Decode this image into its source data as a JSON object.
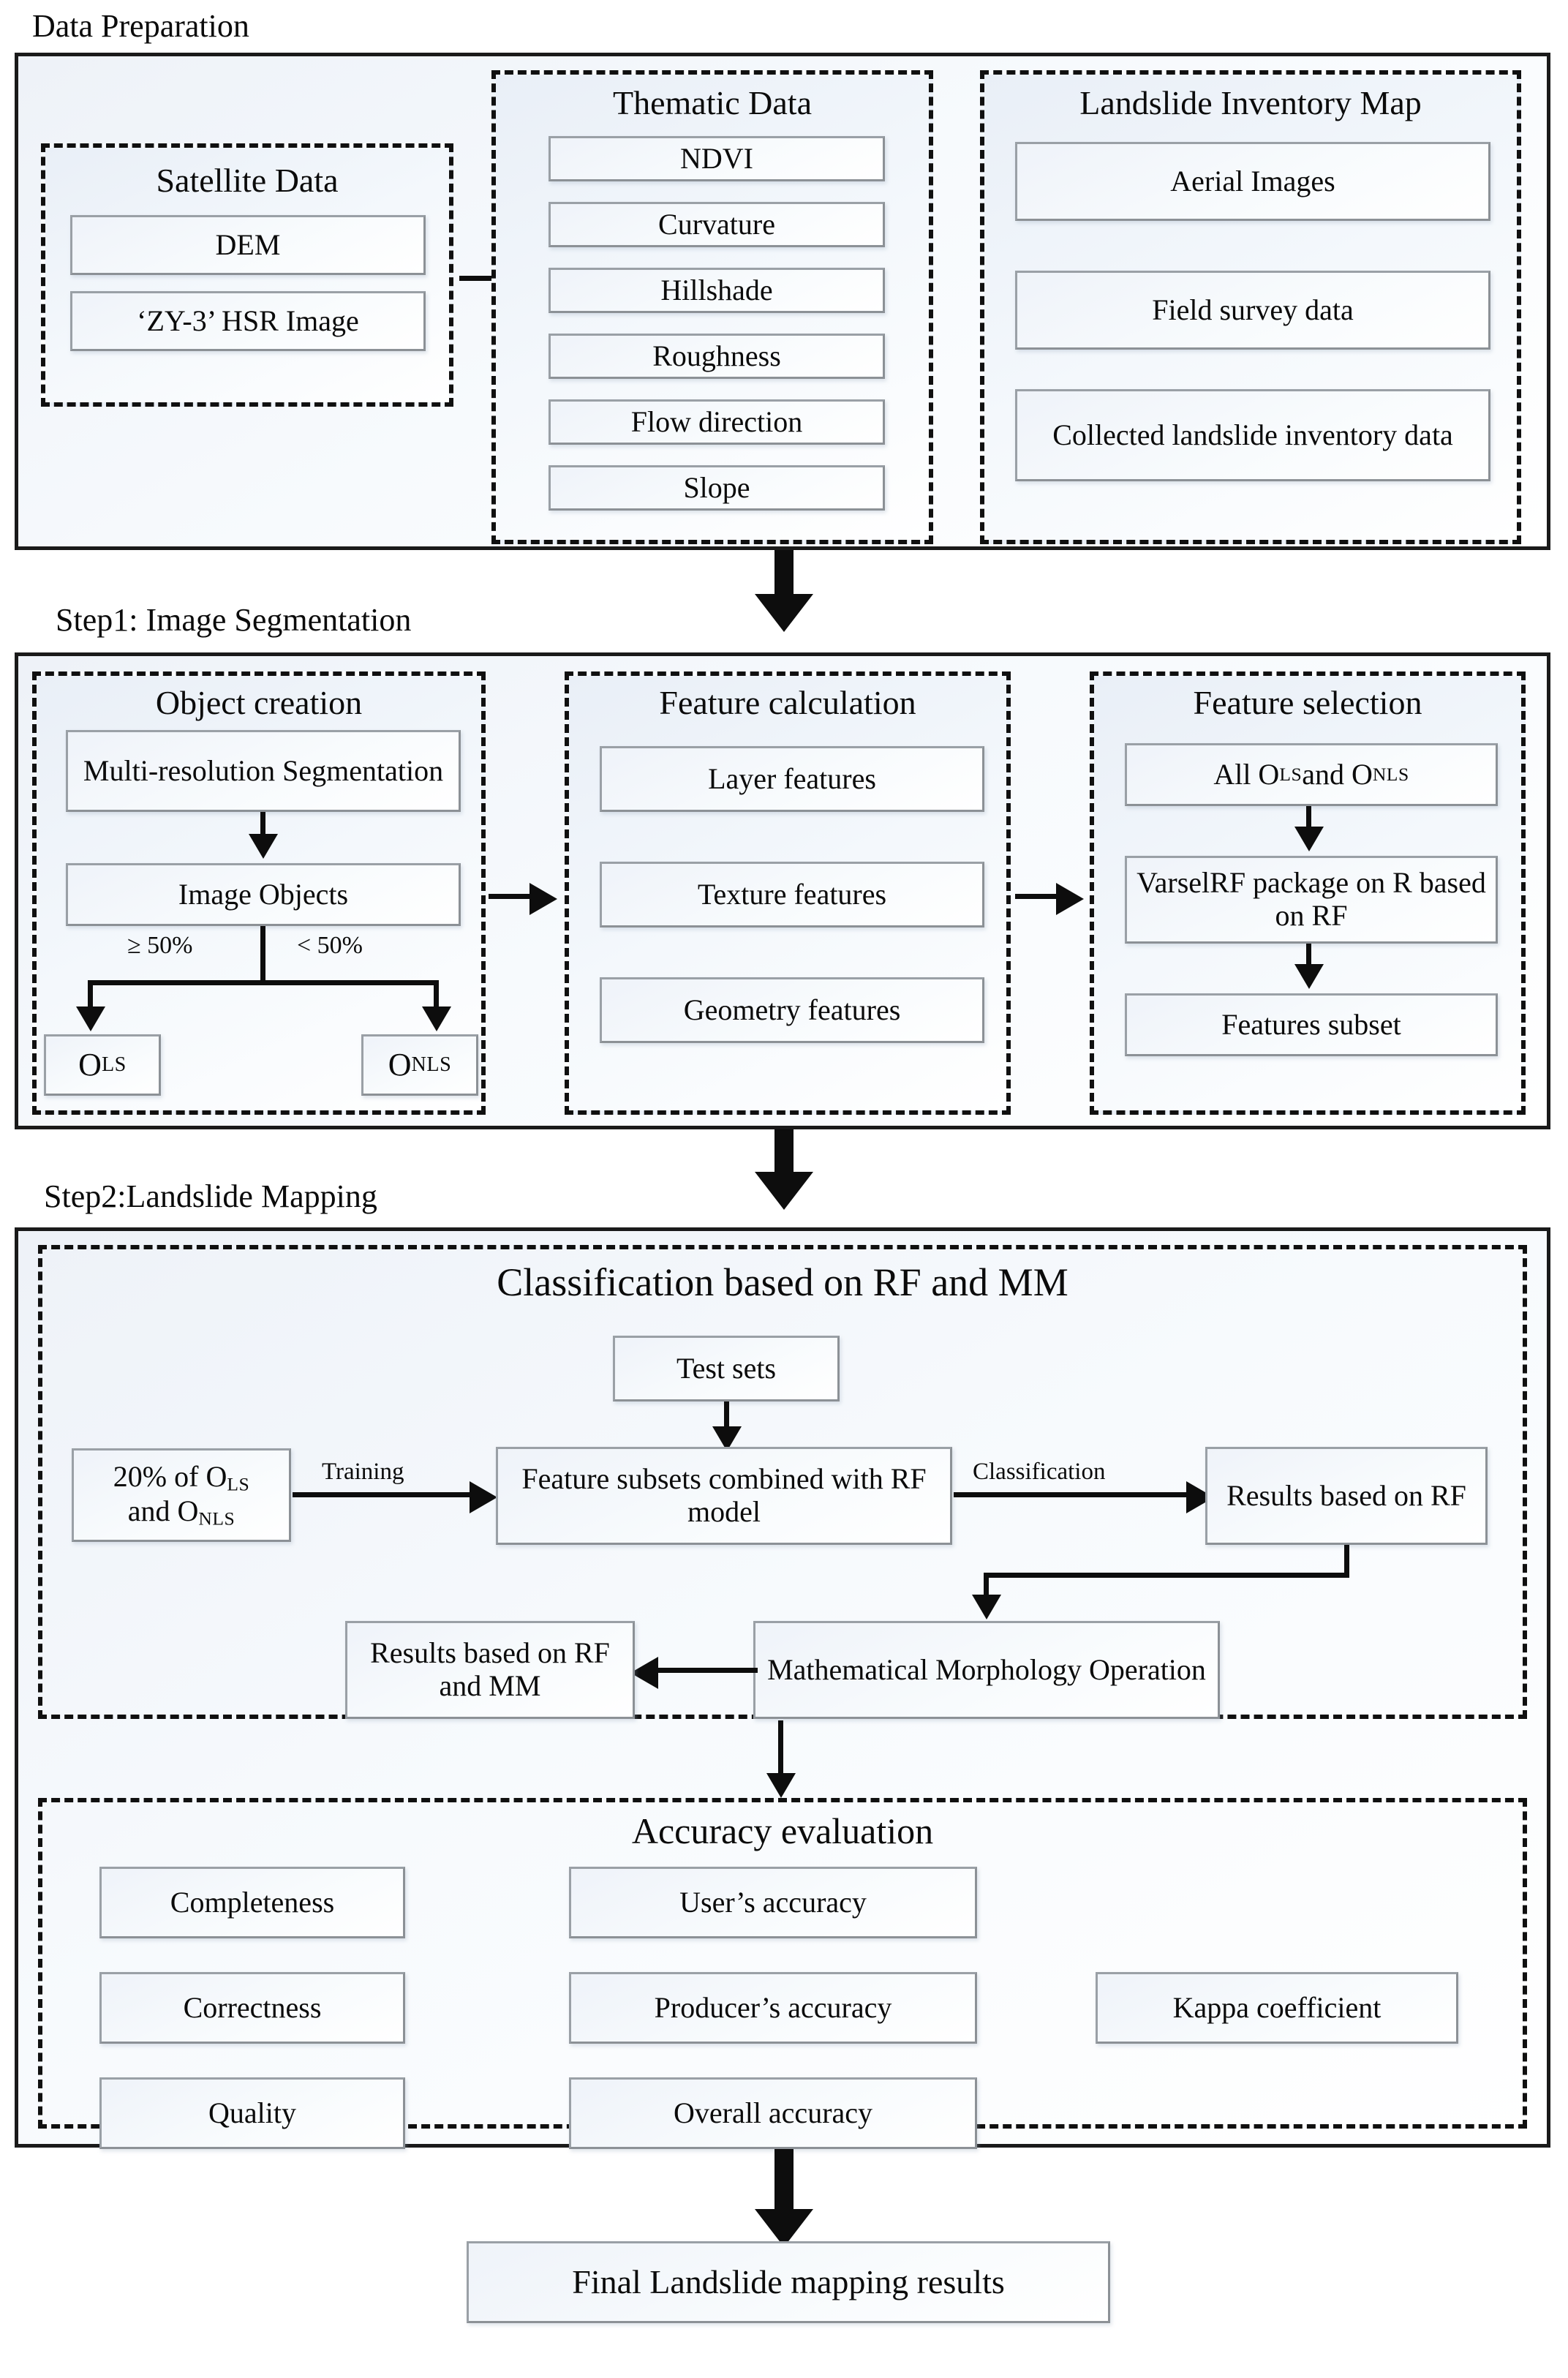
{
  "diagram": {
    "title": "Landslide mapping workflow",
    "accent_color": "#0d0d0d",
    "panel_fill": "#eef2f8",
    "node_border": "#8c9196"
  },
  "section_labels": {
    "data_preparation": "Data Preparation",
    "step1": "Step1: Image Segmentation",
    "step2": "Step2:Landslide Mapping"
  },
  "data_preparation": {
    "satellite_data": {
      "title": "Satellite Data",
      "items": [
        "DEM",
        "‘ZY-3’  HSR Image"
      ]
    },
    "thematic_data": {
      "title": "Thematic Data",
      "items": [
        "NDVI",
        "Curvature",
        "Hillshade",
        "Roughness",
        "Flow direction",
        "Slope"
      ]
    },
    "landslide_inventory_map": {
      "title": "Landslide Inventory Map",
      "items": [
        "Aerial Images",
        "Field survey data",
        "Collected landslide inventory data"
      ]
    }
  },
  "step1": {
    "object_creation": {
      "title": "Object creation",
      "node_segmentation": "Multi-resolution Segmentation",
      "node_image_objects": "Image Objects",
      "branch_left_label": "≥ 50%",
      "branch_right_label": "< 50%",
      "node_ols": "O",
      "node_ols_sub": "LS",
      "node_onls": "O",
      "node_onls_sub": "NLS"
    },
    "feature_calculation": {
      "title": "Feature calculation",
      "items": [
        "Layer features",
        "Texture features",
        "Geometry features"
      ]
    },
    "feature_selection": {
      "title": "Feature selection",
      "node_all_objects_prefix": "All O",
      "node_all_objects_sub1": "LS",
      "node_all_objects_mid": " and O",
      "node_all_objects_sub2": "NLS",
      "node_varselrf": "VarselRF package on R based on RF",
      "node_features_subset": "Features subset"
    }
  },
  "step2": {
    "classification": {
      "title": "Classification based on RF and MM",
      "node_test_sets": "Test sets",
      "node_training_prefix": "20% of O",
      "node_training_sub1": "LS",
      "node_training_mid": " and O",
      "node_training_sub2": "NLS",
      "node_rf_model": "Feature subsets combined with RF model",
      "node_results_rf": "Results based on RF",
      "node_mm": "Mathematical Morphology Operation",
      "node_results_rf_mm": "Results based on RF and MM",
      "edge_training": "Training",
      "edge_classification": "Classification"
    },
    "accuracy_evaluation": {
      "title": "Accuracy evaluation",
      "column_left": [
        "Completeness",
        "Correctness",
        "Quality"
      ],
      "column_middle": [
        "User’s accuracy",
        "Producer’s accuracy",
        "Overall accuracy"
      ],
      "column_right": [
        "Kappa coefficient"
      ]
    }
  },
  "final": {
    "node_final_results": "Final Landslide mapping results"
  }
}
